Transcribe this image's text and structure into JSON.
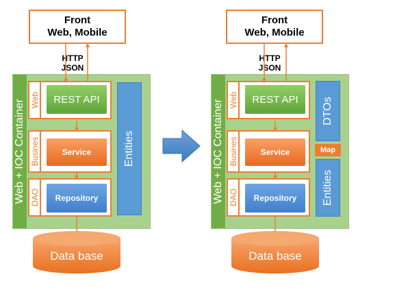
{
  "left": {
    "front_label_line1": "Front",
    "front_label_line2": "Web, Mobile",
    "protocol_line1": "HTTP",
    "protocol_line2": "JSON",
    "container_label": "Web + IOC Container",
    "layers": {
      "web_label": "Web",
      "business_label": "Busines",
      "dao_label": "DAO"
    },
    "rest_api": "REST API",
    "service": "Service",
    "repository": "Repository",
    "entities": "Entities",
    "database": "Data base"
  },
  "right": {
    "front_label_line1": "Front",
    "front_label_line2": "Web, Mobile",
    "protocol_line1": "HTTP",
    "protocol_line2": "JSON",
    "container_label": "Web + IOC Container",
    "layers": {
      "web_label": "Web",
      "business_label": "Busines",
      "dao_label": "DAO"
    },
    "rest_api": "REST API",
    "service": "Service",
    "repository": "Repository",
    "dtos": "DTOs",
    "map": "Map",
    "entities": "Entities",
    "database": "Data base"
  },
  "colors": {
    "orange": "#ED7D31",
    "green": "#70AD47",
    "light_green": "#A9D18E",
    "blue": "#5B9BD5"
  }
}
